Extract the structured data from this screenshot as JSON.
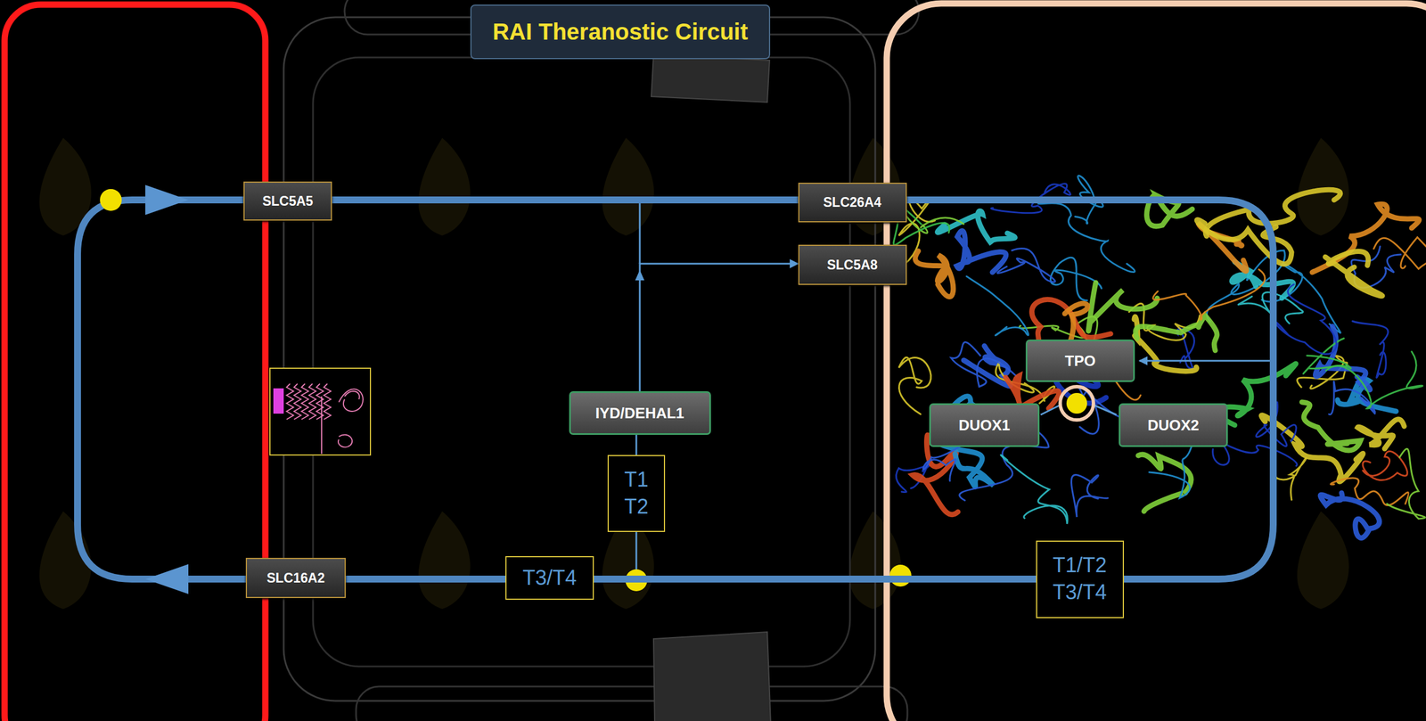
{
  "diagram": {
    "title": "RAI Theranostic Circuit",
    "nodes": [
      {
        "text": [
          "SLC5A5"
        ]
      },
      {
        "text": [
          "SLC26A4"
        ]
      },
      {
        "text": [
          "SLC5A8"
        ]
      },
      {
        "text": [
          "TPO"
        ]
      },
      {
        "text": [
          "IYD/DEHAL1"
        ]
      },
      {
        "text": [
          "DUOX1"
        ]
      },
      {
        "text": [
          "DUOX2"
        ]
      },
      {
        "text": [
          "T1",
          "T2"
        ]
      },
      {
        "text": [
          "SLC16A2"
        ]
      },
      {
        "text": [
          "T3/T4"
        ]
      },
      {
        "text": [
          "T1/T2",
          "T3/T4"
        ]
      }
    ],
    "edges": [
      {
        "from": 0,
        "to": 1,
        "arrow": "none"
      },
      {
        "from": 4,
        "to": 2,
        "arrow": "to"
      },
      {
        "from": 7,
        "to": 4,
        "arrow": "none"
      },
      {
        "from": 10,
        "to": 9,
        "arrow": "none"
      },
      {
        "from": 9,
        "to": 8,
        "arrow": "none"
      }
    ]
  }
}
